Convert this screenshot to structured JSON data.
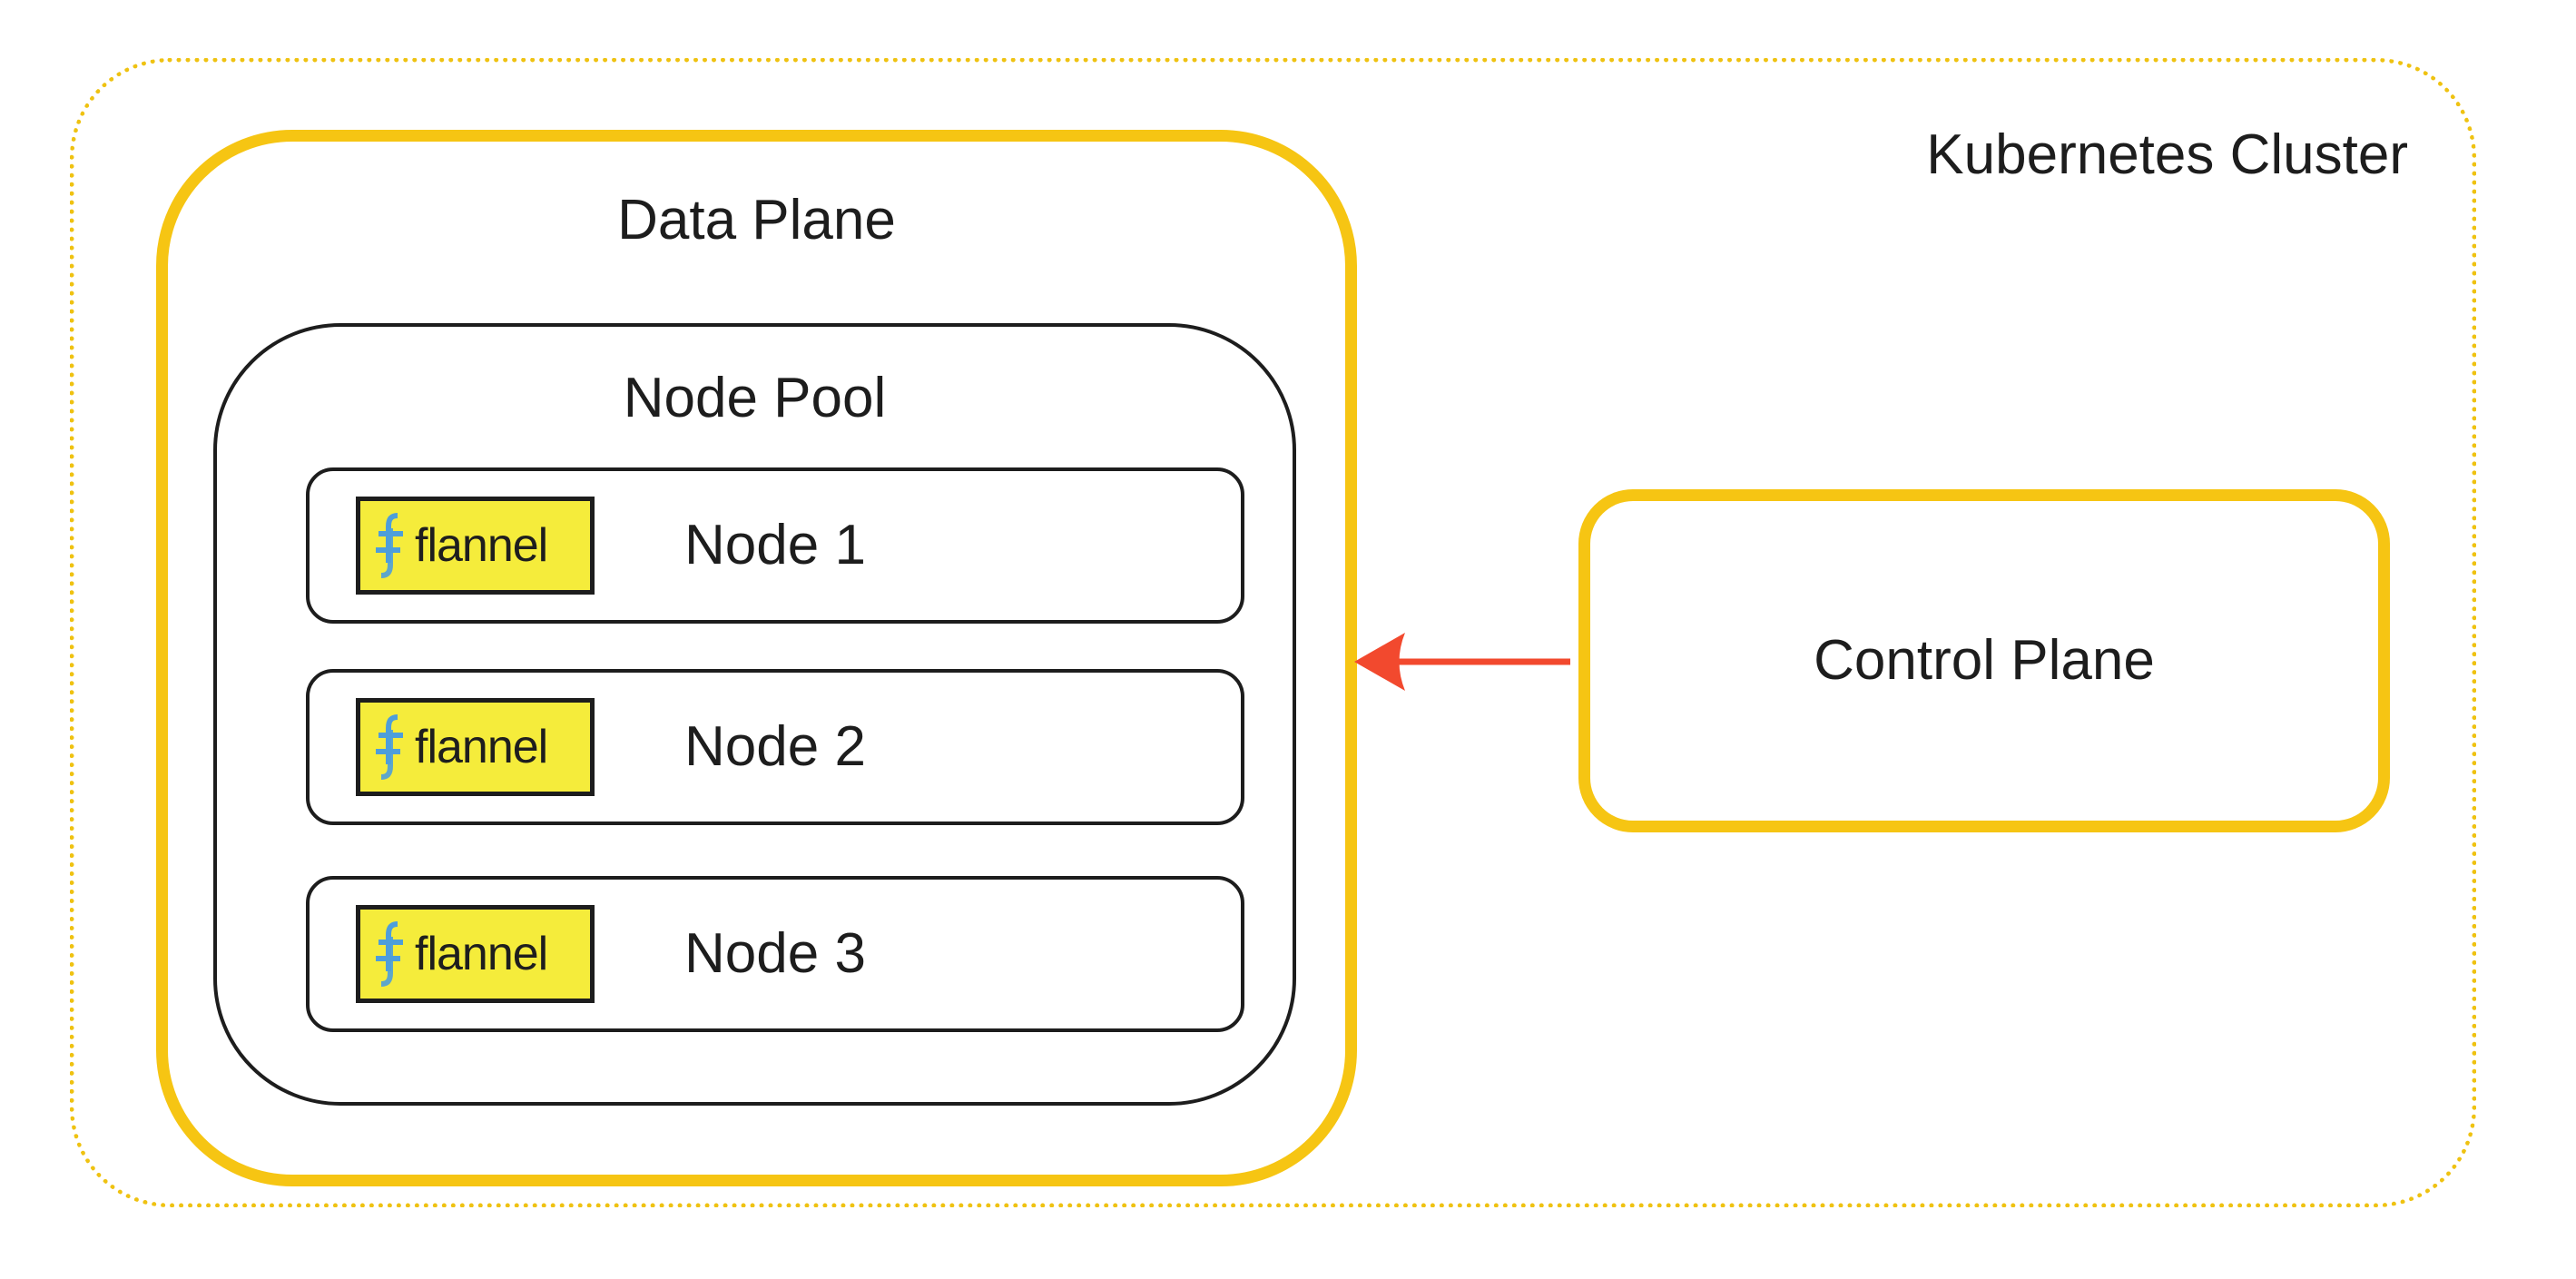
{
  "diagram": {
    "cluster_label": "Kubernetes Cluster",
    "data_plane": {
      "title": "Data Plane",
      "node_pool": {
        "title": "Node Pool",
        "nodes": [
          {
            "label": "Node 1",
            "badge": "flannel"
          },
          {
            "label": "Node 2",
            "badge": "flannel"
          },
          {
            "label": "Node 3",
            "badge": "flannel"
          }
        ]
      }
    },
    "control_plane": {
      "title": "Control Plane"
    },
    "arrow": {
      "from": "Control Plane",
      "to": "Data Plane"
    }
  },
  "icons": {
    "flannel_logo": "flannel-woven-double-f-icon"
  },
  "colors": {
    "border_yellow": "#F6C513",
    "dotted_yellow": "#EFC211",
    "badge_yellow": "#F5EC3B",
    "flannel_blue": "#4E9EDA",
    "ink": "#1D1D1D",
    "arrow_red": "#F2492E",
    "bg": "#FFFFFF"
  }
}
